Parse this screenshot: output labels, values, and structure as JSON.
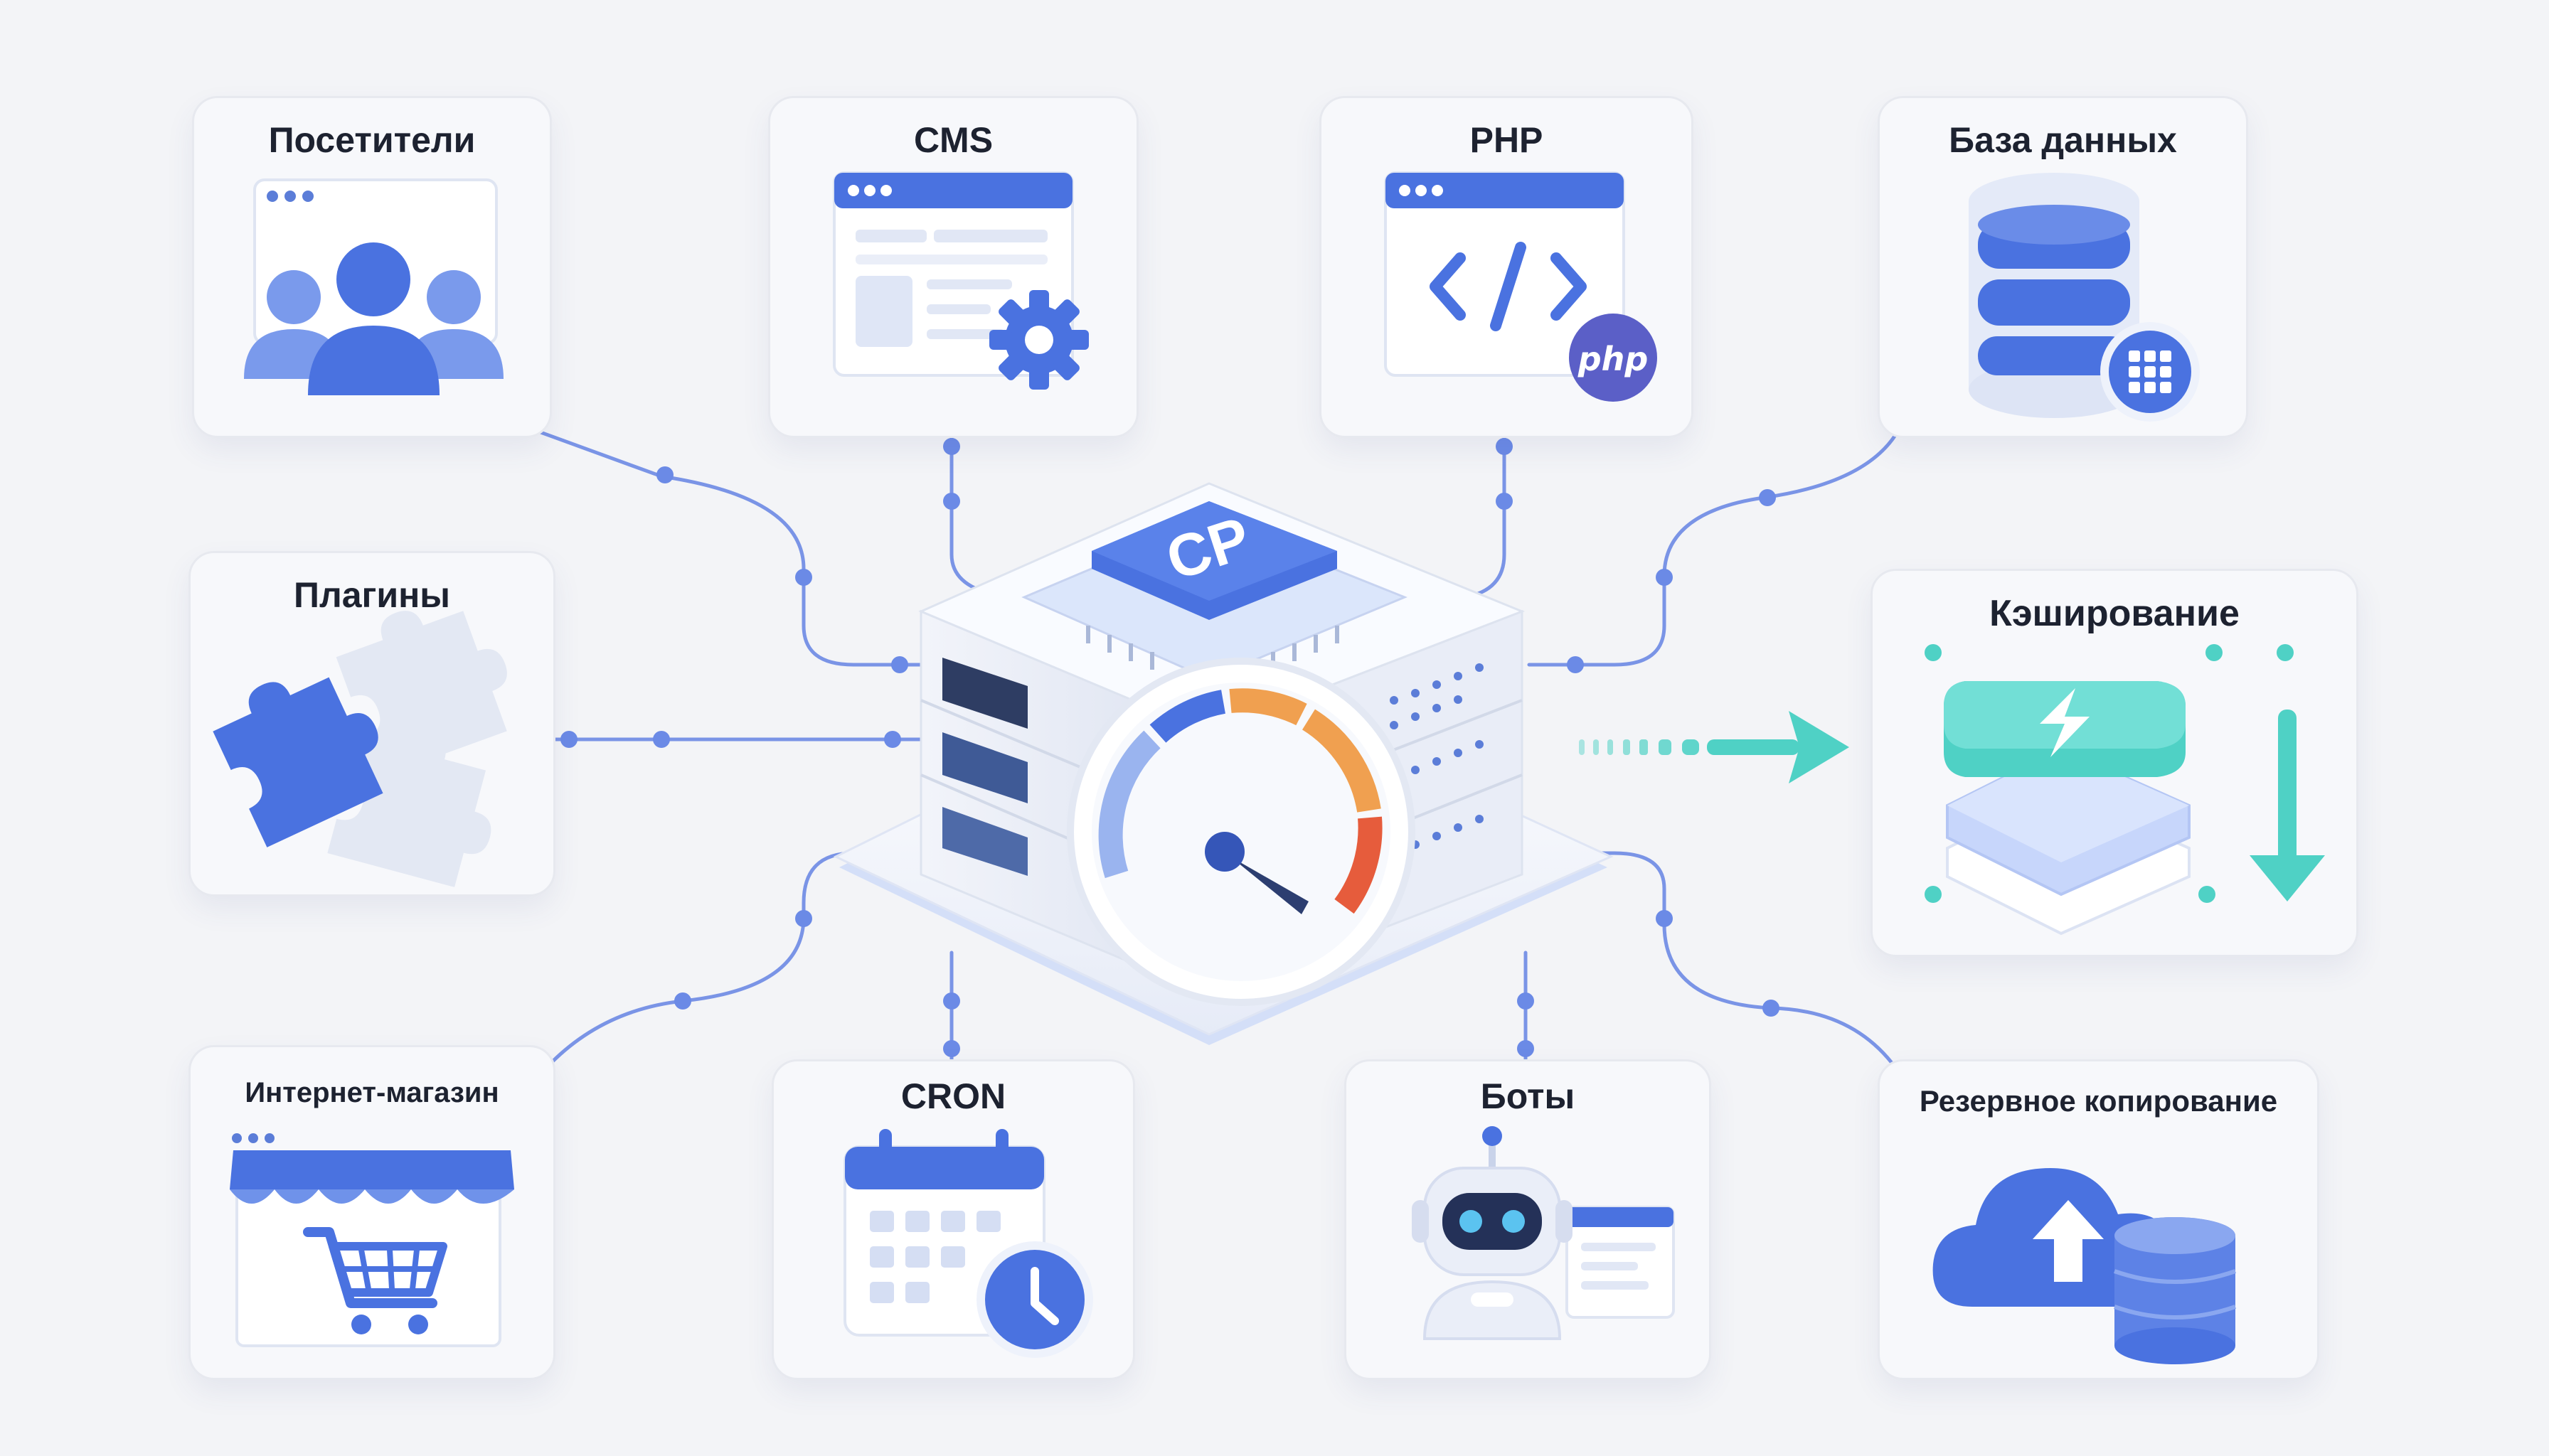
{
  "diagram": {
    "center": {
      "chip_label": "CP"
    },
    "nodes": {
      "visitors": {
        "label": "Посетители",
        "icon": "users-icon"
      },
      "cms": {
        "label": "CMS",
        "icon": "browser-gear-icon"
      },
      "php": {
        "label": "PHP",
        "icon": "code-window-icon",
        "badge": "php"
      },
      "database": {
        "label": "База данных",
        "icon": "database-icon"
      },
      "plugins": {
        "label": "Плагины",
        "icon": "puzzle-icon"
      },
      "caching": {
        "label": "Кэширование",
        "icon": "cache-layers-icon"
      },
      "shop": {
        "label": "Интернет-магазин",
        "icon": "storefront-cart-icon"
      },
      "cron": {
        "label": "CRON",
        "icon": "calendar-clock-icon"
      },
      "bots": {
        "label": "Боты",
        "icon": "robot-icon"
      },
      "backup": {
        "label": "Резервное копирование",
        "icon": "cloud-upload-icon"
      }
    },
    "colors": {
      "primary": "#4a72e0",
      "teal": "#4fd1c5",
      "gauge_orange": "#f0a050",
      "gauge_red": "#e65c3c",
      "line": "#6b8ae6",
      "php_badge": "#5b5fc7"
    }
  }
}
